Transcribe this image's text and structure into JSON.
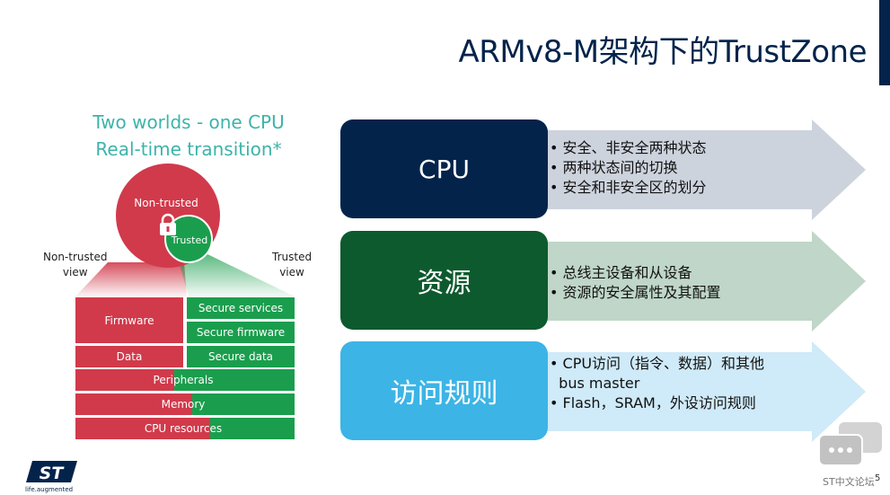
{
  "slide": {
    "title": "ARMv8-M架构下的TrustZone",
    "page_number": "5"
  },
  "left_panel": {
    "heading_line1": "Two worlds - one CPU",
    "heading_line2": "Real-time transition*",
    "circle_nontrusted": "Non-trusted",
    "circle_trusted": "Trusted",
    "view_nontrusted_line1": "Non-trusted",
    "view_nontrusted_line2": "view",
    "view_trusted_line1": "Trusted",
    "view_trusted_line2": "view",
    "blocks": {
      "firmware": "Firmware",
      "data": "Data",
      "secure_services": "Secure services",
      "secure_firmware": "Secure firmware",
      "secure_data": "Secure data",
      "peripherals": "Peripherals",
      "memory": "Memory",
      "cpu_resources": "CPU resources"
    }
  },
  "rows": [
    {
      "label": "CPU",
      "bullets": [
        "• 安全、非安全两种状态",
        "• 两种状态间的切换",
        "• 安全和非安全区的划分"
      ],
      "pill_color": "#03234b",
      "arrow_color": "#cdd3dd"
    },
    {
      "label": "资源",
      "bullets": [
        "• 总线主设备和从设备",
        "• 资源的安全属性及其配置"
      ],
      "pill_color": "#0d5a2e",
      "arrow_color": "#bfd6c8"
    },
    {
      "label": "访问规则",
      "bullets": [
        "• CPU访问（指令、数据）和其他",
        "  bus master",
        "• Flash，SRAM，外设访问规则"
      ],
      "pill_color": "#3cb4e6",
      "arrow_color": "#cfeaf8"
    }
  ],
  "footer": {
    "logo_tagline": "life.augmented",
    "forum_label": "ST中文论坛"
  },
  "colors": {
    "navy": "#03234b",
    "red": "#d13a4b",
    "green": "#1a9e4d",
    "teal_heading": "#3cb4aa"
  }
}
